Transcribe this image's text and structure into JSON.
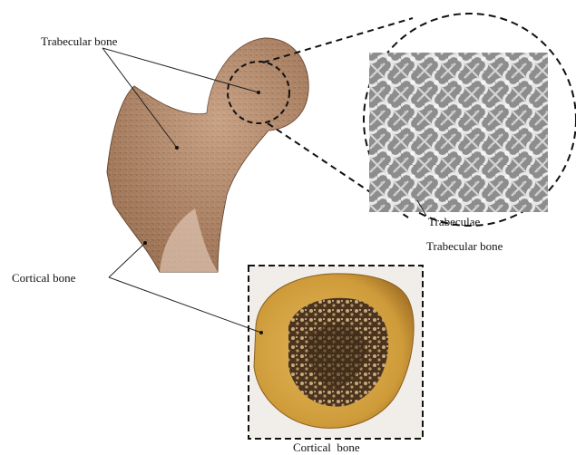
{
  "labels": {
    "trabecular_bone_top": "Trabecular bone",
    "cortical_bone_left": "Cortical bone",
    "trabeculae": "Trabeculae",
    "trabecular_bone_inset": "Trabecular bone",
    "cortical_bone_bottom": "Cortical  bone"
  },
  "colors": {
    "bone_light": "#c8a184",
    "bone_mid": "#b0805f",
    "bone_dark": "#8a5c3f",
    "lattice": "#d0d0d0",
    "lattice_shadow": "#6a6a6a",
    "section_yellow": "#d8a746",
    "section_dark": "#5b4128",
    "line": "#222222"
  }
}
